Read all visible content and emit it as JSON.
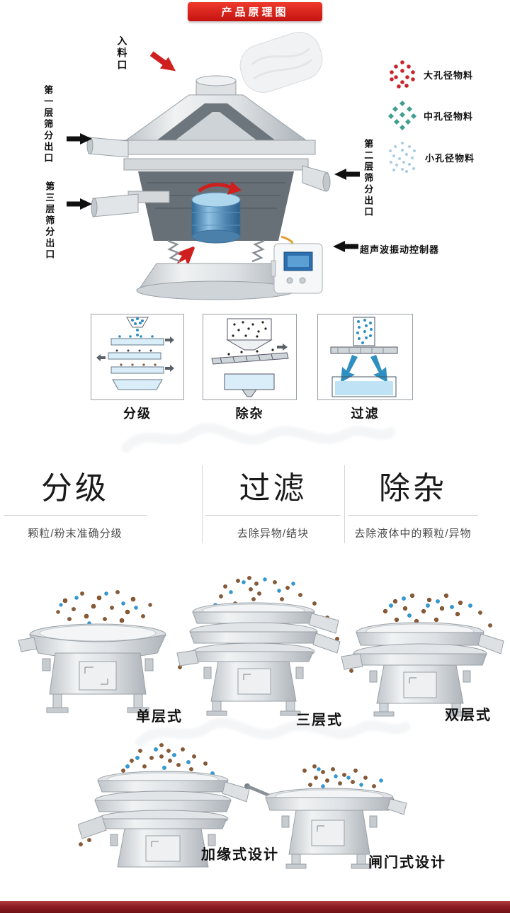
{
  "header": {
    "ribbon_title": "产品原理图"
  },
  "diagram": {
    "feed_inlet_label": "入料口",
    "layer1_outlet_label": "第一层筛分出口",
    "layer3_outlet_label": "第三层筛分出口",
    "layer2_outlet_label": "第二层筛分出口",
    "controller_label": "超声波振动控制器",
    "legend": [
      {
        "name": "大孔径物料",
        "color": "#c9242b"
      },
      {
        "name": "中孔径物料",
        "color": "#3f9e8f"
      },
      {
        "name": "小孔径物料",
        "color": "#a9cce4"
      }
    ]
  },
  "functions": [
    {
      "caption": "分级"
    },
    {
      "caption": "除杂"
    },
    {
      "caption": "过滤"
    }
  ],
  "features": [
    {
      "title": "分级",
      "desc": "颗粒/粉末准确分级"
    },
    {
      "title": "过滤",
      "desc": "去除异物/结块"
    },
    {
      "title": "除杂",
      "desc": "去除液体中的颗粒/异物"
    }
  ],
  "models": [
    {
      "label": "单层式"
    },
    {
      "label": "三层式"
    },
    {
      "label": "双层式"
    },
    {
      "label": "加缘式设计"
    },
    {
      "label": "闸门式设计"
    }
  ]
}
